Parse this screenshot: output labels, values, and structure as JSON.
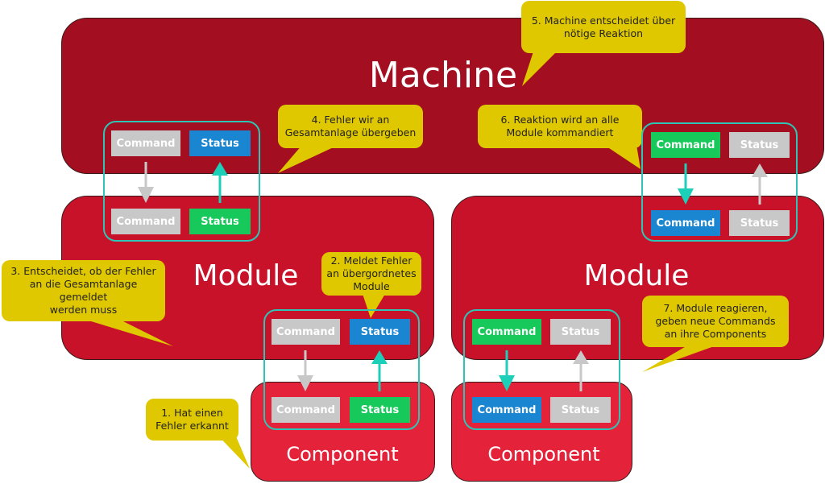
{
  "diagram": {
    "machine": {
      "title": "Machine"
    },
    "module_left": {
      "title": "Module"
    },
    "module_right": {
      "title": "Module"
    },
    "component_left": {
      "title": "Component"
    },
    "component_right": {
      "title": "Component"
    },
    "chip_labels": {
      "command": "Command",
      "status": "Status"
    },
    "colors": {
      "machine": "#a30f20",
      "module": "#c8122a",
      "component": "#e4223a",
      "inactive": "#c8c8c8",
      "active_blue": "#1a85d0",
      "active_green": "#17c95a",
      "connector": "#2ec4b6",
      "callout": "#e0c800"
    },
    "interfaces": [
      {
        "id": "machine-module-left",
        "upper": {
          "command": "inactive",
          "status": "active_blue"
        },
        "lower": {
          "command": "inactive",
          "status": "active_green"
        },
        "command_arrow": "inactive",
        "status_arrow": "active"
      },
      {
        "id": "machine-module-right",
        "upper": {
          "command": "active_green",
          "status": "inactive"
        },
        "lower": {
          "command": "active_blue",
          "status": "inactive"
        },
        "command_arrow": "active",
        "status_arrow": "inactive"
      },
      {
        "id": "module-component-left",
        "upper": {
          "command": "inactive",
          "status": "active_blue"
        },
        "lower": {
          "command": "inactive",
          "status": "active_green"
        },
        "command_arrow": "inactive",
        "status_arrow": "active"
      },
      {
        "id": "module-component-right",
        "upper": {
          "command": "active_green",
          "status": "inactive"
        },
        "lower": {
          "command": "active_blue",
          "status": "inactive"
        },
        "command_arrow": "active",
        "status_arrow": "inactive"
      }
    ],
    "callouts": [
      {
        "step": 1,
        "text": "1. Hat einen\nFehler erkannt"
      },
      {
        "step": 2,
        "text": "2. Meldet Fehler\nan übergordnetes\nModule"
      },
      {
        "step": 3,
        "text": "3. Entscheidet, ob der Fehler\nan die Gesamtanlage gemeldet\nwerden muss"
      },
      {
        "step": 4,
        "text": "4. Fehler wir an\nGesamtanlage übergeben"
      },
      {
        "step": 5,
        "text": "5. Machine entscheidet über\nnötige Reaktion"
      },
      {
        "step": 6,
        "text": "6. Reaktion wird an alle\nModule kommandiert"
      },
      {
        "step": 7,
        "text": "7. Module reagieren,\ngeben neue Commands\nan ihre Components"
      }
    ]
  }
}
